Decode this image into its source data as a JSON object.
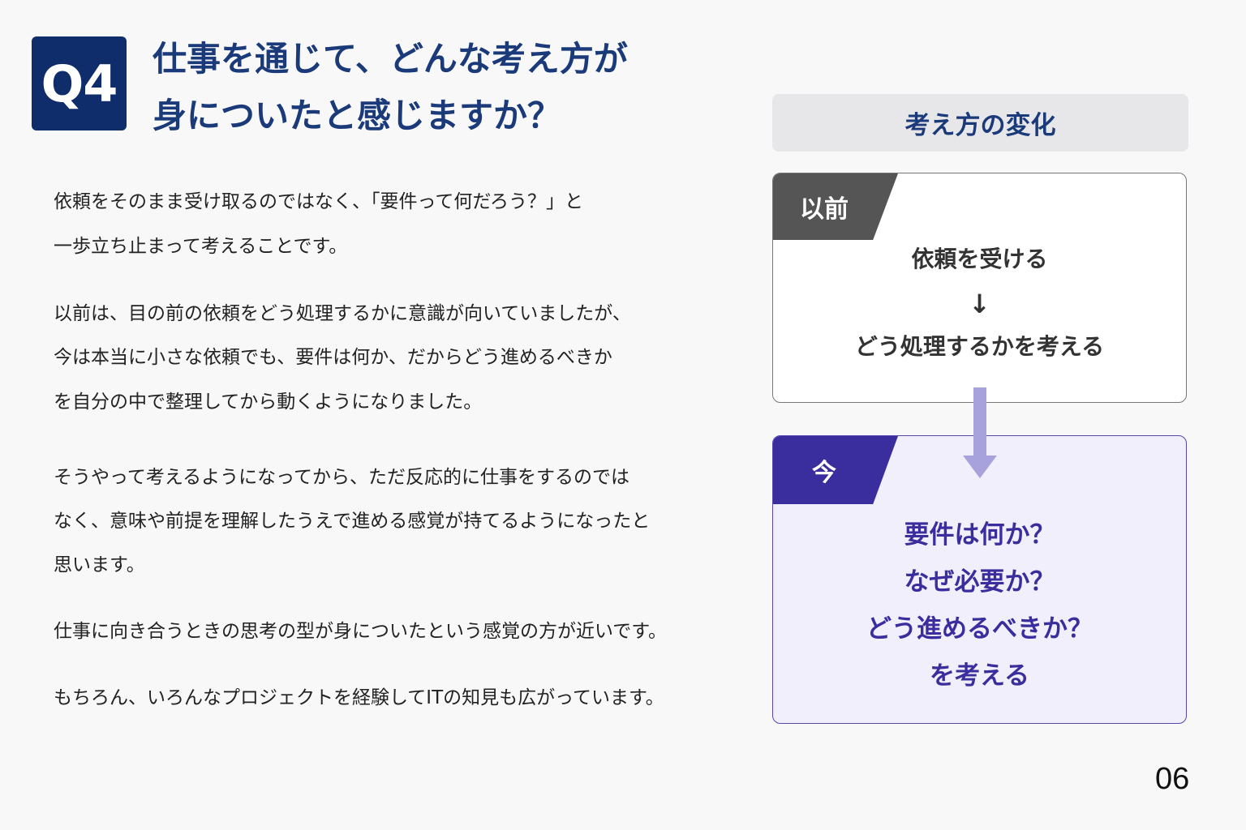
{
  "question": {
    "badge": "Q4",
    "title_lines": [
      "仕事を通じて、どんな考え方が",
      "身についたと感じますか？"
    ]
  },
  "body": {
    "paragraphs": [
      [
        "依頼をそのまま受け取るのではなく、「要件って何だろう？」と",
        "一歩立ち止まって考えることです。"
      ],
      [
        "以前は、目の前の依頼をどう処理するかに意識が向いていましたが、",
        "今は本当に小さな依頼でも、要件は何か、だからどう進めるべきか",
        "を自分の中で整理してから動くようになりました。"
      ],
      [
        "そうやって考えるようになってから、ただ反応的に仕事をするのでは",
        "なく、意味や前提を理解したうえで進める感覚が持てるようになったと",
        "思います。"
      ],
      [
        "仕事に向き合うときの思考の型が身についたという感覚の方が近いです。"
      ],
      [
        "もちろん、いろんなプロジェクトを経験してITの知見も広がっています。"
      ]
    ]
  },
  "sidebar": {
    "header": "考え方の変化",
    "before": {
      "tag": "以前",
      "lines": [
        "依頼を受ける",
        "↓",
        "どう処理するかを考える"
      ]
    },
    "now": {
      "tag": "今",
      "lines": [
        "要件は何か？",
        "なぜ必要か？",
        "どう進めるべきか？",
        "を考える"
      ]
    },
    "colors": {
      "navy": "#0f2d6b",
      "purple": "#3a2e9e",
      "arrow": "#a7a2dc"
    }
  },
  "page_number": "06"
}
